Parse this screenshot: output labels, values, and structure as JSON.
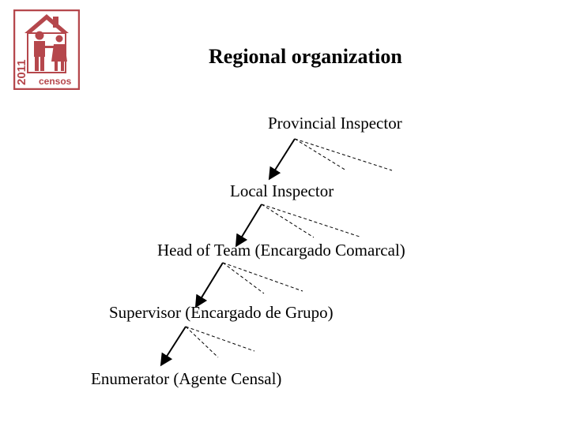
{
  "logo": {
    "year": "2011",
    "word": "censos",
    "color": "#b5474c"
  },
  "title": "Regional organization",
  "hierarchy": [
    {
      "label": "Provincial Inspector"
    },
    {
      "label": "Local Inspector"
    },
    {
      "label": "Head of Team (Encargado Comarcal)"
    },
    {
      "label": "Supervisor (Encargado de Grupo)"
    },
    {
      "label": "Enumerator (Agente Censal)"
    }
  ]
}
